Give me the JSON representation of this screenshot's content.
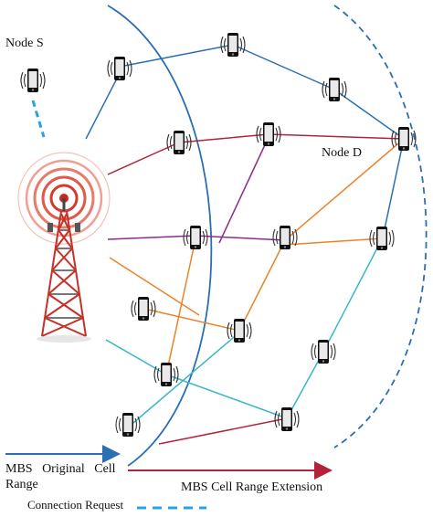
{
  "labels": {
    "node_s": "Node S",
    "node_d": "Node D",
    "original_range_line1": "MBS   Original   Cell",
    "original_range_line2": "Range",
    "extension": "MBS Cell Range Extension",
    "connection_request": "Connection Request"
  },
  "colors": {
    "blue": "#2a6fb3",
    "red": "#b3243a",
    "purple": "#8a2d8c",
    "orange": "#e8842a",
    "teal": "#36b7c9",
    "dashed_request": "#27a4dd"
  },
  "icons": {
    "phone": "mobile-phone-icon",
    "tower": "cell-tower-icon"
  }
}
